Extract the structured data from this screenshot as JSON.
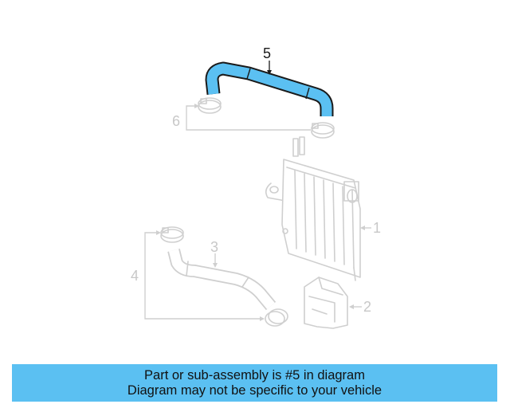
{
  "diagram": {
    "highlight_color": "#5bc0f2",
    "callouts": {
      "c1": "1",
      "c2": "2",
      "c3": "3",
      "c4": "4",
      "c5": "5",
      "c6": "6"
    },
    "highlighted_part": "5"
  },
  "banner": {
    "line1": "Part or sub-assembly is #5 in diagram",
    "line2": "Diagram may not be specific to your vehicle"
  }
}
